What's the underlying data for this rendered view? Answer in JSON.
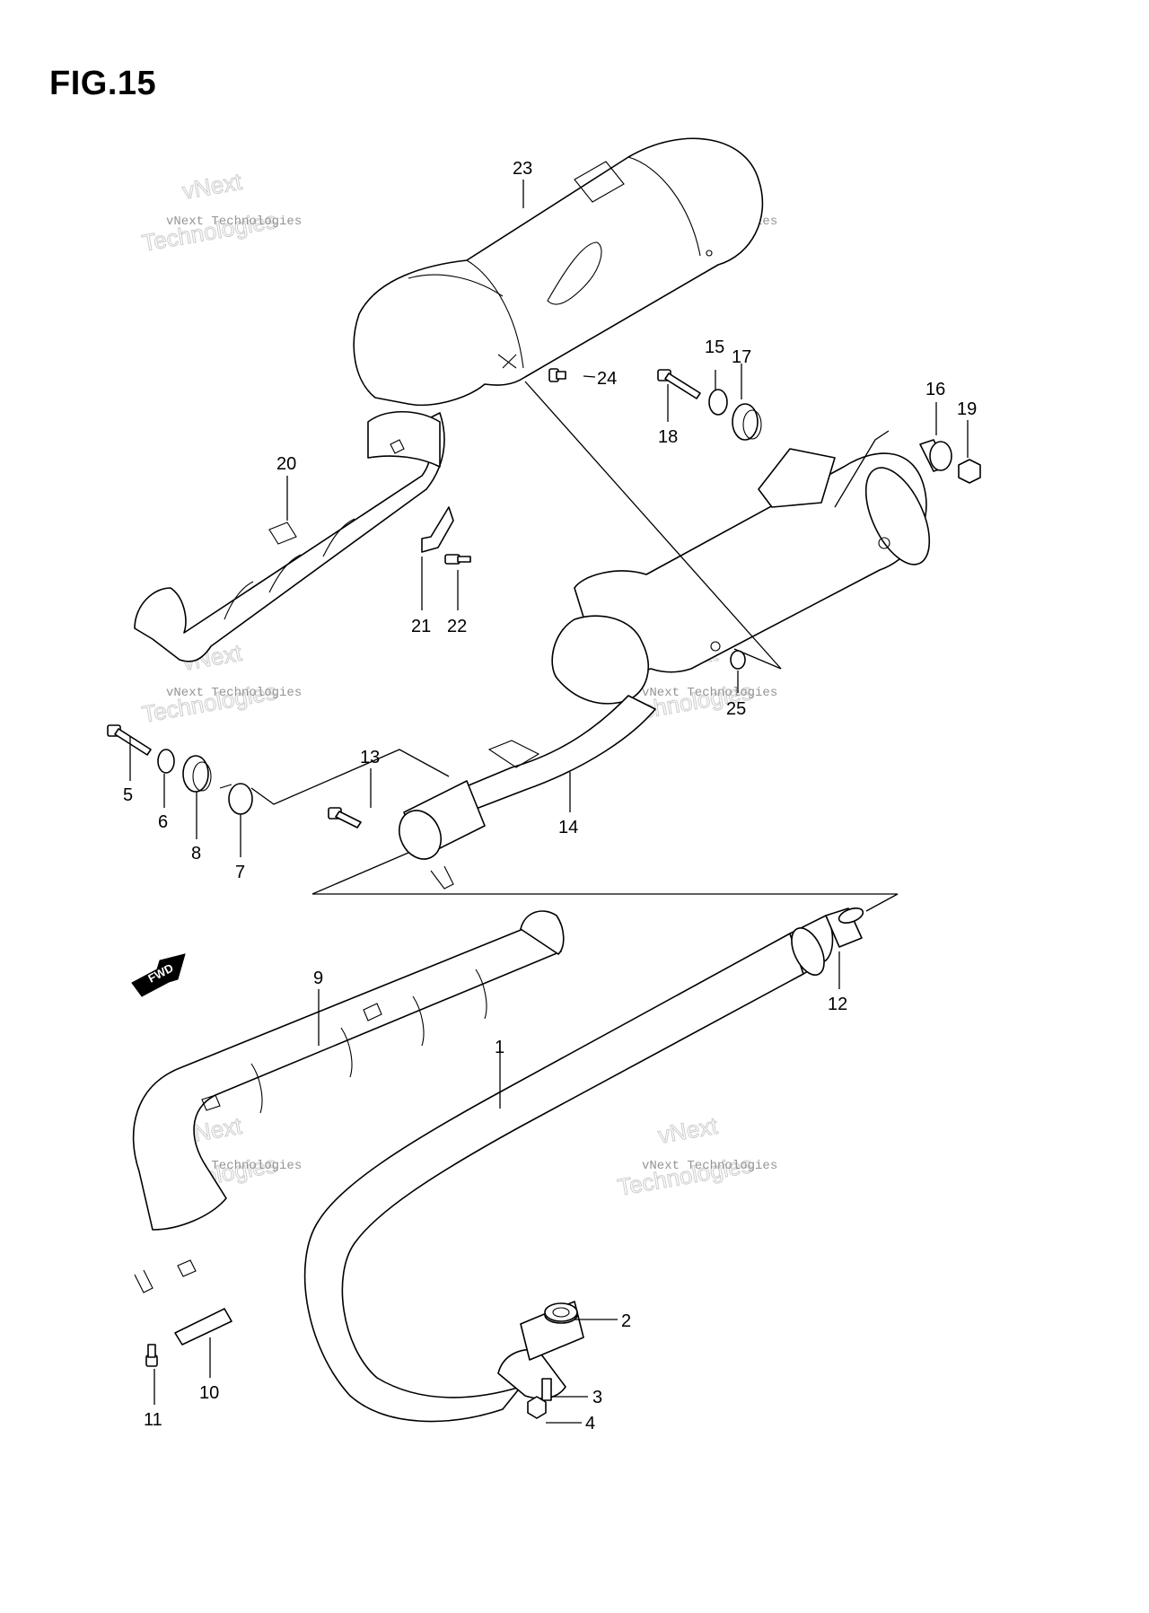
{
  "figure": {
    "title": "FIG.15"
  },
  "watermark": {
    "line1": "vNext Technologies",
    "line2": "vNext",
    "line3": "Technologies"
  },
  "arrow": {
    "label": "FWD",
    "icon": "fwd-arrow-icon"
  },
  "callouts": [
    "1",
    "2",
    "3",
    "4",
    "5",
    "6",
    "7",
    "8",
    "9",
    "10",
    "11",
    "12",
    "13",
    "14",
    "15",
    "16",
    "17",
    "18",
    "19",
    "20",
    "21",
    "22",
    "23",
    "24",
    "25"
  ]
}
